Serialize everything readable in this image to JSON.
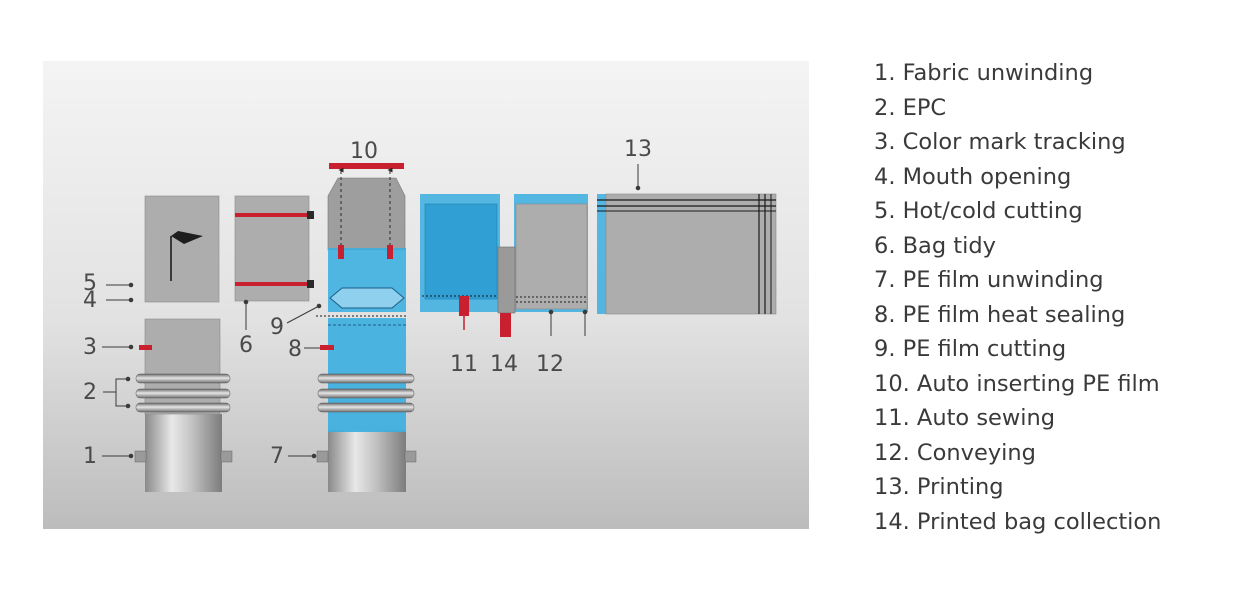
{
  "diagram": {
    "callouts": [
      "1",
      "2",
      "3",
      "4",
      "5",
      "6",
      "7",
      "8",
      "9",
      "10",
      "11",
      "12",
      "13",
      "14"
    ]
  },
  "legend": {
    "items": [
      "1. Fabric unwinding",
      "2. EPC",
      "3. Color mark tracking",
      "4. Mouth opening",
      "5. Hot/cold cutting",
      "6. Bag tidy",
      "7. PE film unwinding",
      "8. PE film heat sealing",
      "9. PE film cutting",
      "10. Auto inserting PE film",
      "11. Auto sewing",
      "12. Conveying",
      "13. Printing",
      "14. Printed bag collection"
    ]
  },
  "colors": {
    "panel_top": "#f3f3f3",
    "panel_bottom": "#bdbdbd",
    "fabric": "#aeaeae",
    "pe_film": "#3aaee0",
    "accent_red": "#c8202e",
    "line": "#3a3a3a"
  }
}
